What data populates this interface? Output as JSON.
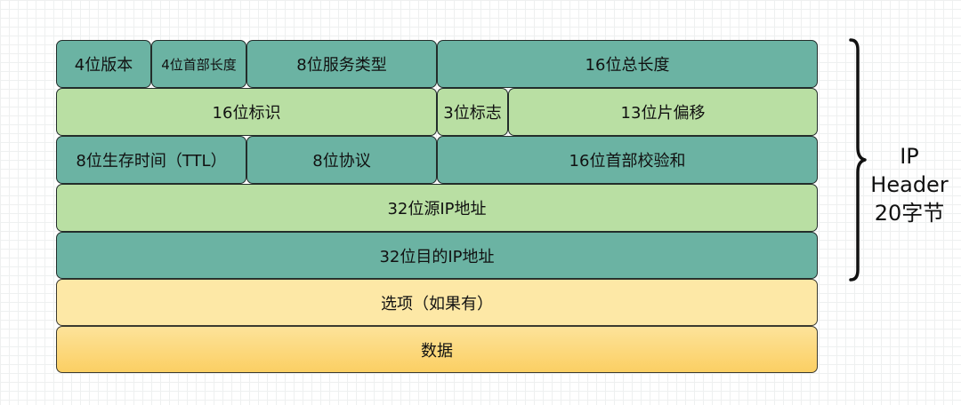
{
  "rows": {
    "r1": {
      "version": "4位版本",
      "ihl": "4位首部长度",
      "tos": "8位服务类型",
      "total_length": "16位总长度"
    },
    "r2": {
      "identification": "16位标识",
      "flags": "3位标志",
      "fragment_offset": "13位片偏移"
    },
    "r3": {
      "ttl": "8位生存时间（TTL）",
      "protocol": "8位协议",
      "checksum": "16位首部校验和"
    },
    "r4": {
      "source_ip": "32位源IP地址"
    },
    "r5": {
      "dest_ip": "32位目的IP地址"
    },
    "r6": {
      "options": "选项（如果有）"
    },
    "r7": {
      "data": "数据"
    }
  },
  "side_label": {
    "line1": "IP",
    "line2": "Header",
    "line3": "20字节"
  },
  "colors": {
    "header_dark": "#6bb3a3",
    "header_light": "#b9dfa3",
    "options_data": "#fcd97c"
  }
}
